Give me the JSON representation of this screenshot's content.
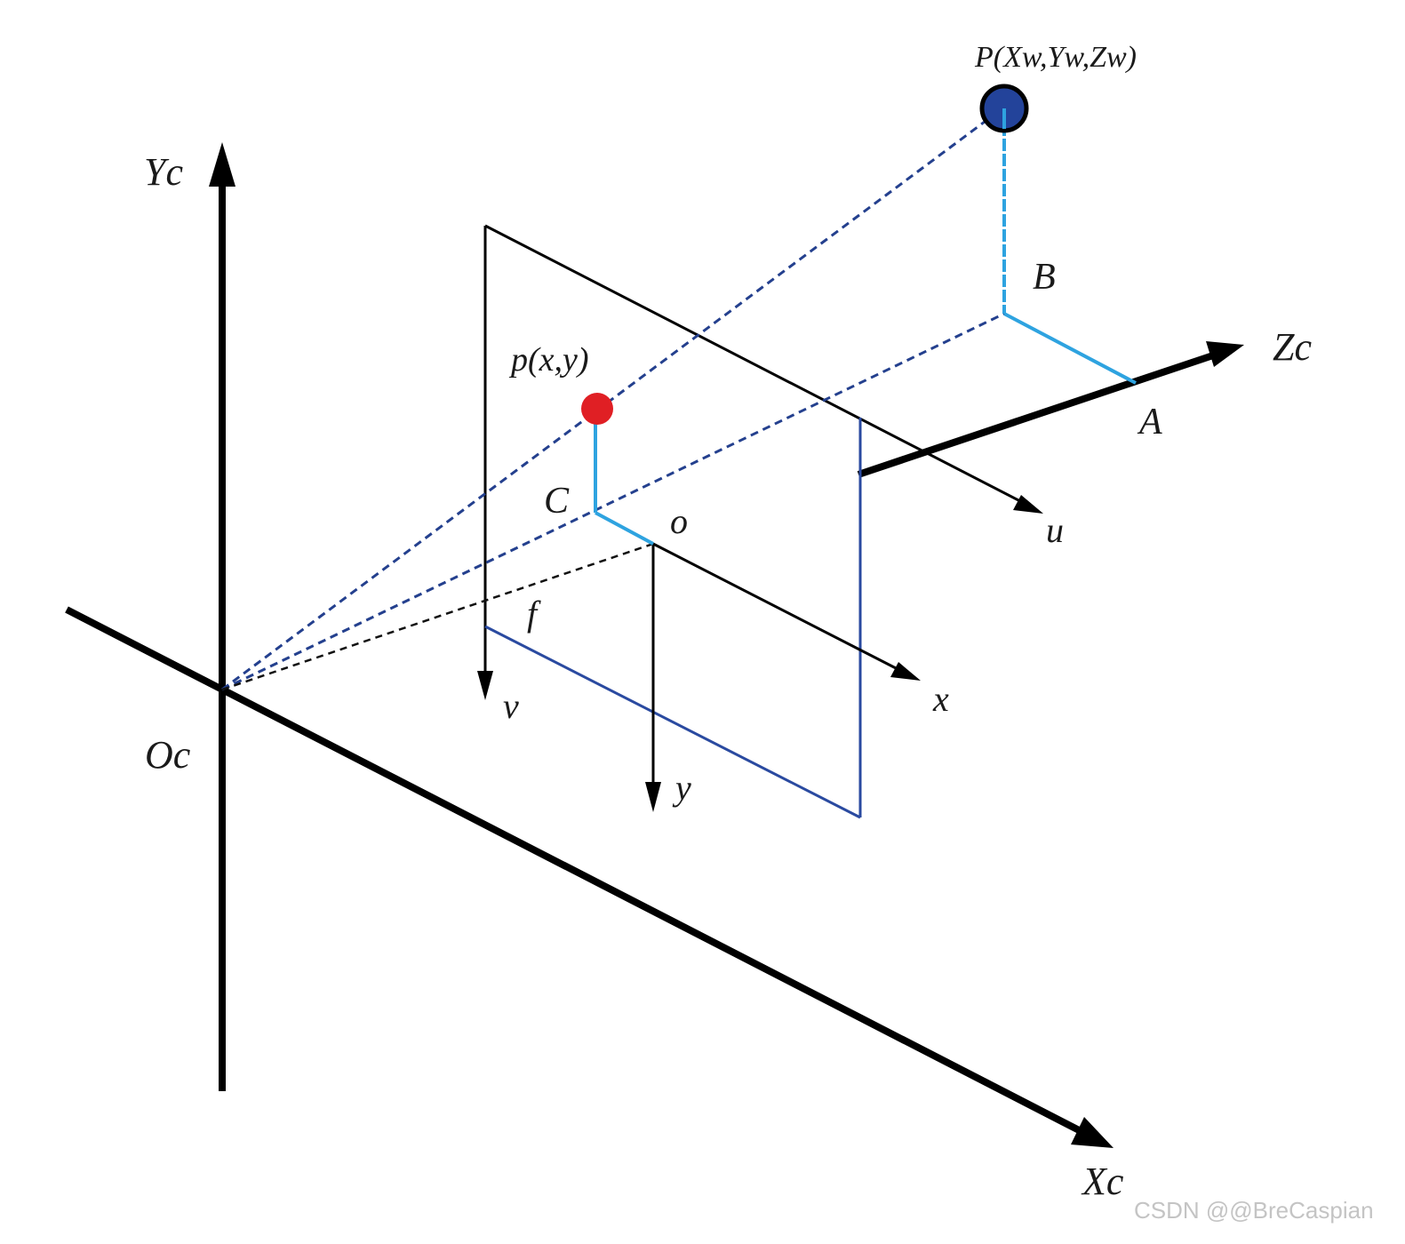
{
  "labels": {
    "yc": "Yc",
    "xc": "Xc",
    "zc": "Zc",
    "oc": "Oc",
    "point_world": "P(Xw,Yw,Zw)",
    "point_image": "p(x,y)",
    "a": "A",
    "b": "B",
    "c": "C",
    "o": "o",
    "f": "f",
    "u": "u",
    "v": "v",
    "x": "x",
    "y": "y"
  },
  "watermark": "CSDN @@BreCaspian",
  "colors": {
    "axis": "#000000",
    "projection_dashed": "#24408e",
    "focal_dashed": "#111111",
    "component_lines": "#2ea3e0",
    "image_plane_blue": "#2a4aa0",
    "world_point": "#23439a",
    "image_point": "#e01f24"
  }
}
